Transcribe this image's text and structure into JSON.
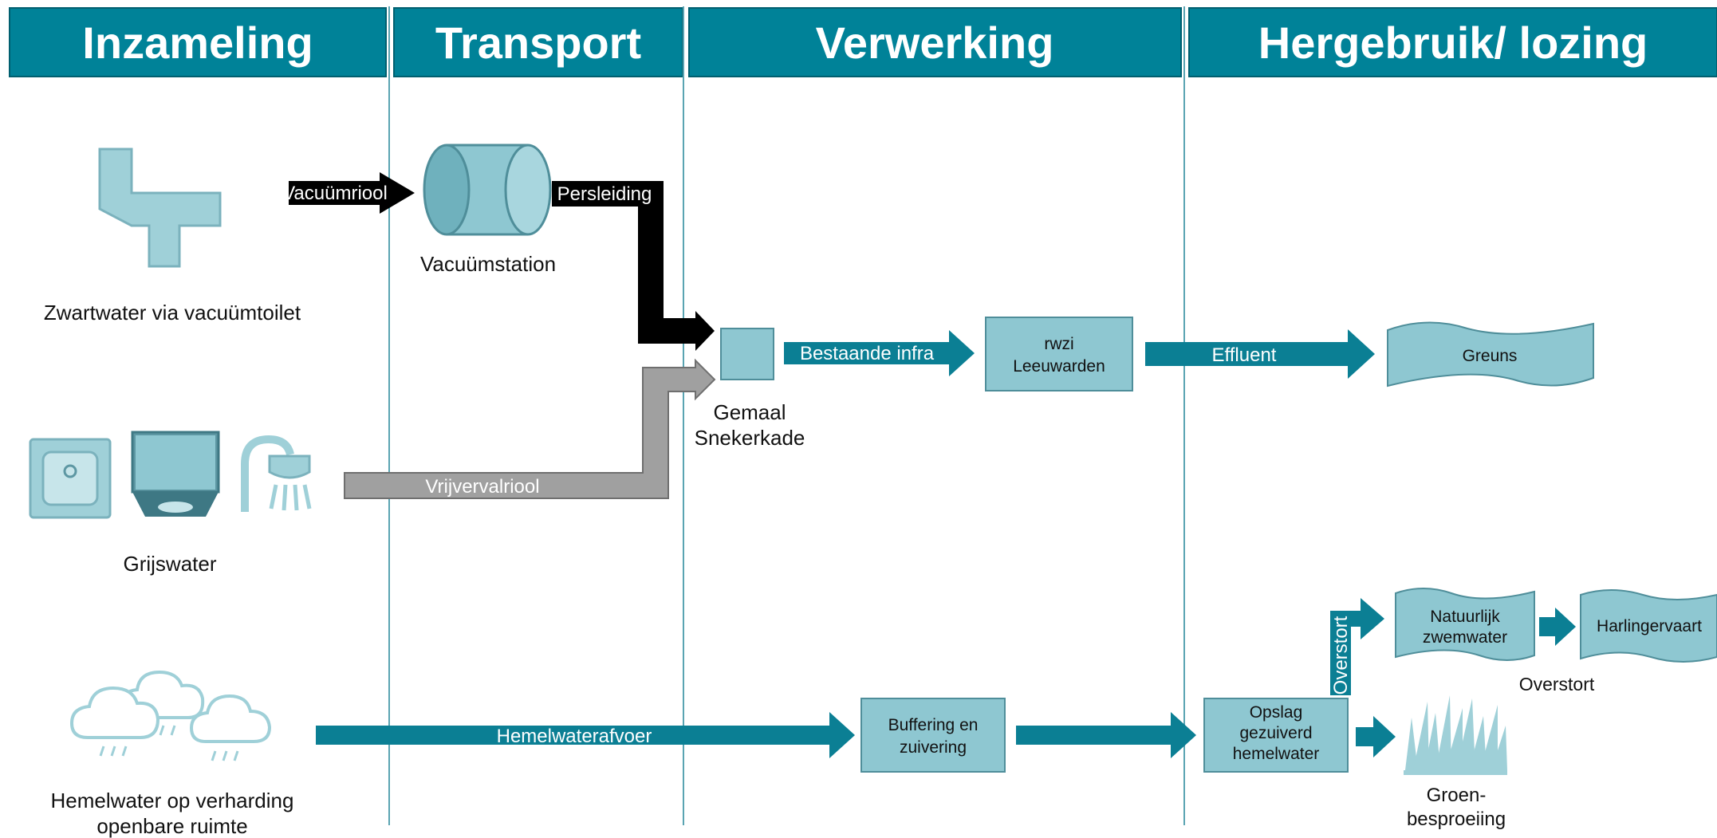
{
  "headers": {
    "collection": "Inzameling",
    "transport": "Transport",
    "processing": "Verwerking",
    "reuse": "Hergebruik/ lozing"
  },
  "colors": {
    "header": "#008298",
    "teal_arrow": "#0b7f94",
    "box_fill": "#8ec7d1",
    "icon_fill": "#9fd0d8",
    "black_arrow": "#000000",
    "grey_arrow": "#a0a0a0"
  },
  "sources": {
    "blackwater": "Zwartwater via vacuümtoilet",
    "greywater": "Grijswater",
    "rainwater_line1": "Hemelwater op verharding",
    "rainwater_line2": "openbare ruimte"
  },
  "icons": [
    "toilet-icon",
    "sink-icon",
    "dishwasher-icon",
    "shower-icon",
    "rain-cloud-icon",
    "grass-icon"
  ],
  "arrows": {
    "vacuum_sewer": "Vacuümriool",
    "pressure_main": "Persleiding",
    "gravity_sewer": "Vrijvervalriool",
    "existing_infra": "Bestaande infra",
    "effluent": "Effluent",
    "stormwater_drain": "Hemelwaterafvoer",
    "overflow": "Overstort"
  },
  "nodes": {
    "vacuum_station": "Vacuümstation",
    "pump_line1": "Gemaal",
    "pump_line2": "Snekerkade",
    "wwtp_line1": "rwzi",
    "wwtp_line2": "Leeuwarden",
    "greuns": "Greuns",
    "buffer_line1": "Buffering en",
    "buffer_line2": "zuivering",
    "storage_line1": "Opslag",
    "storage_line2": "gezuiverd",
    "storage_line3": "hemelwater",
    "swim_line1": "Natuurlijk",
    "swim_line2": "zwemwater",
    "harlingervaart": "Harlingervaart",
    "overflow_label": "Overstort",
    "irrigation_line1": "Groen-",
    "irrigation_line2": "besproeiing"
  }
}
